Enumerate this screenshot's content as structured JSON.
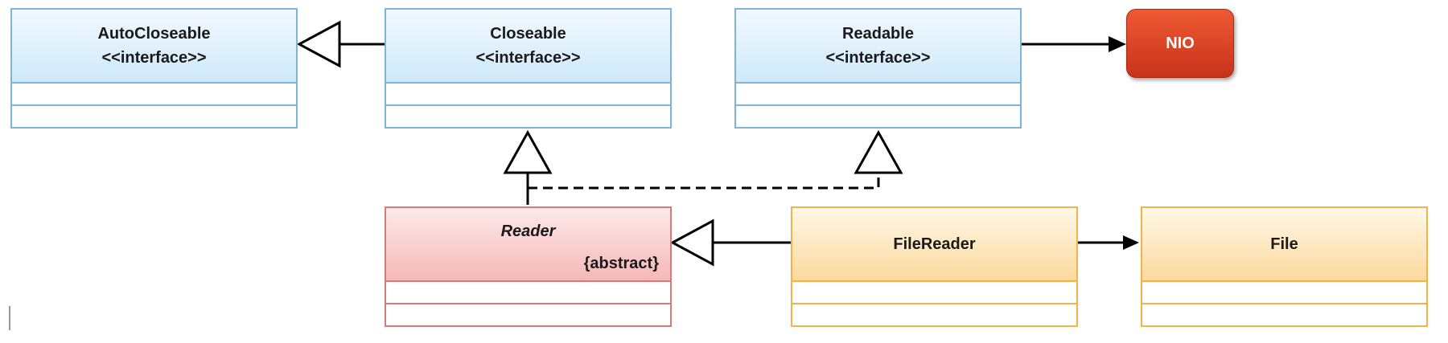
{
  "classes": {
    "autocloseable": {
      "name": "AutoCloseable",
      "stereotype": "<<interface>>"
    },
    "closeable": {
      "name": "Closeable",
      "stereotype": "<<interface>>"
    },
    "readable": {
      "name": "Readable",
      "stereotype": "<<interface>>"
    },
    "reader": {
      "name": "Reader",
      "modifier": "{abstract}"
    },
    "filereader": {
      "name": "FileReader"
    },
    "file": {
      "name": "File"
    }
  },
  "nio": {
    "label": "NIO"
  },
  "relations": [
    {
      "from": "Closeable",
      "to": "AutoCloseable",
      "kind": "generalization"
    },
    {
      "from": "Reader",
      "to": "Closeable",
      "kind": "generalization"
    },
    {
      "from": "Reader",
      "to": "Readable",
      "kind": "realization"
    },
    {
      "from": "FileReader",
      "to": "Reader",
      "kind": "generalization"
    },
    {
      "from": "FileReader",
      "to": "File",
      "kind": "association"
    },
    {
      "from": "Readable",
      "to": "NIO",
      "kind": "association"
    }
  ],
  "colors": {
    "interface": "#cfe9fa",
    "abstract": "#f6b8b8",
    "concrete": "#fbd99c",
    "nio": "#d8401f",
    "line": "#000000"
  }
}
